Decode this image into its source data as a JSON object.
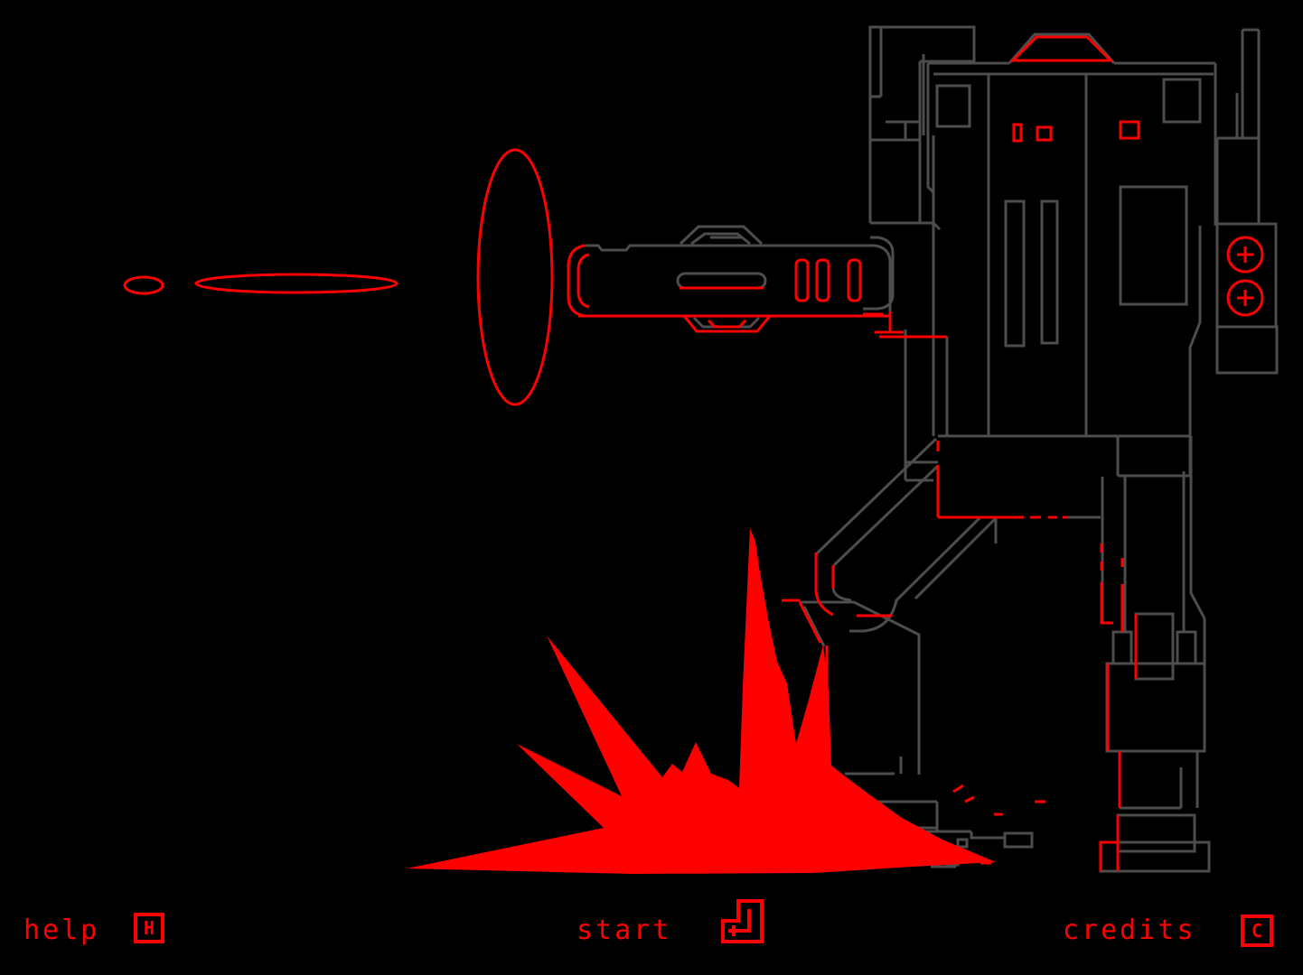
{
  "colors": {
    "background": "#000000",
    "accent_red": "#fe0000",
    "line_gray": "#4d4d4d"
  },
  "menu": {
    "items": [
      {
        "id": "help",
        "label": "help",
        "key_label": "H",
        "icon": "h-key-icon"
      },
      {
        "id": "start",
        "label": "start",
        "key_label": "",
        "icon": "enter-key-icon"
      },
      {
        "id": "credits",
        "label": "credits",
        "key_label": "C",
        "icon": "c-key-icon"
      }
    ]
  },
  "scene": {
    "elements": [
      "mech-wireframe",
      "gun-barrel",
      "muzzle-ring",
      "bullet-small",
      "bullet-long",
      "explosion-burst",
      "debris"
    ]
  }
}
